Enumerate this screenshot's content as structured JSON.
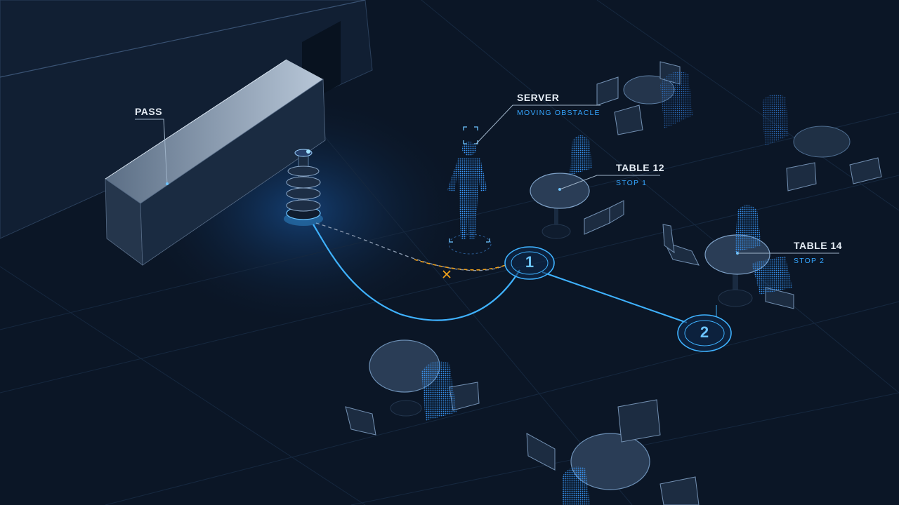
{
  "labels": {
    "pass": "PASS",
    "server_title": "SERVER",
    "server_sub": "MOVING OBSTACLE",
    "table12_title": "TABLE 12",
    "table12_sub": "STOP 1",
    "table14_title": "TABLE 14",
    "table14_sub": "STOP 2"
  },
  "waypoints": {
    "wp1": "1",
    "wp2": "2"
  },
  "colors": {
    "background": "#0b1626",
    "route": "#3fb2ff",
    "blocked_route": "#f2a21b",
    "label_text": "#e6edf5",
    "sub_label": "#35a6ff",
    "furniture_fill": "#2a3d56"
  },
  "icons": {
    "blocked": "x-mark-icon",
    "robot": "delivery-robot-icon",
    "server": "person-hologram-icon"
  }
}
